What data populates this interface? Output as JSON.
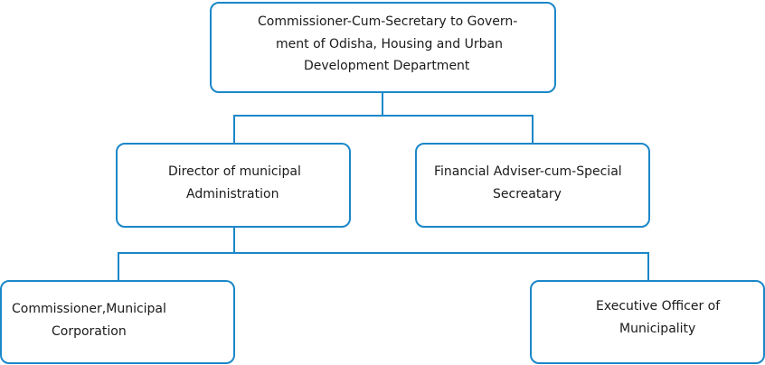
{
  "colors": {
    "border": "#1b87c8",
    "connector": "#1b87c8",
    "text": "#1a1a1a",
    "background": "#ffffff"
  },
  "nodes": {
    "secretary": {
      "lines": [
        "Commissioner-Cum-Secretary to Govern-",
        "ment of Odisha, Housing and Urban",
        "Development Department"
      ]
    },
    "director": {
      "lines": [
        "Director of municipal",
        "Administration"
      ]
    },
    "financial_adviser": {
      "lines": [
        "Financial Adviser-cum-Special",
        "Secreatary"
      ]
    },
    "commissioner": {
      "lines": [
        "Commissioner,Municipal",
        "Corporation"
      ]
    },
    "executive_officer": {
      "lines": [
        "Executive Officer of",
        "Municipality"
      ]
    }
  }
}
